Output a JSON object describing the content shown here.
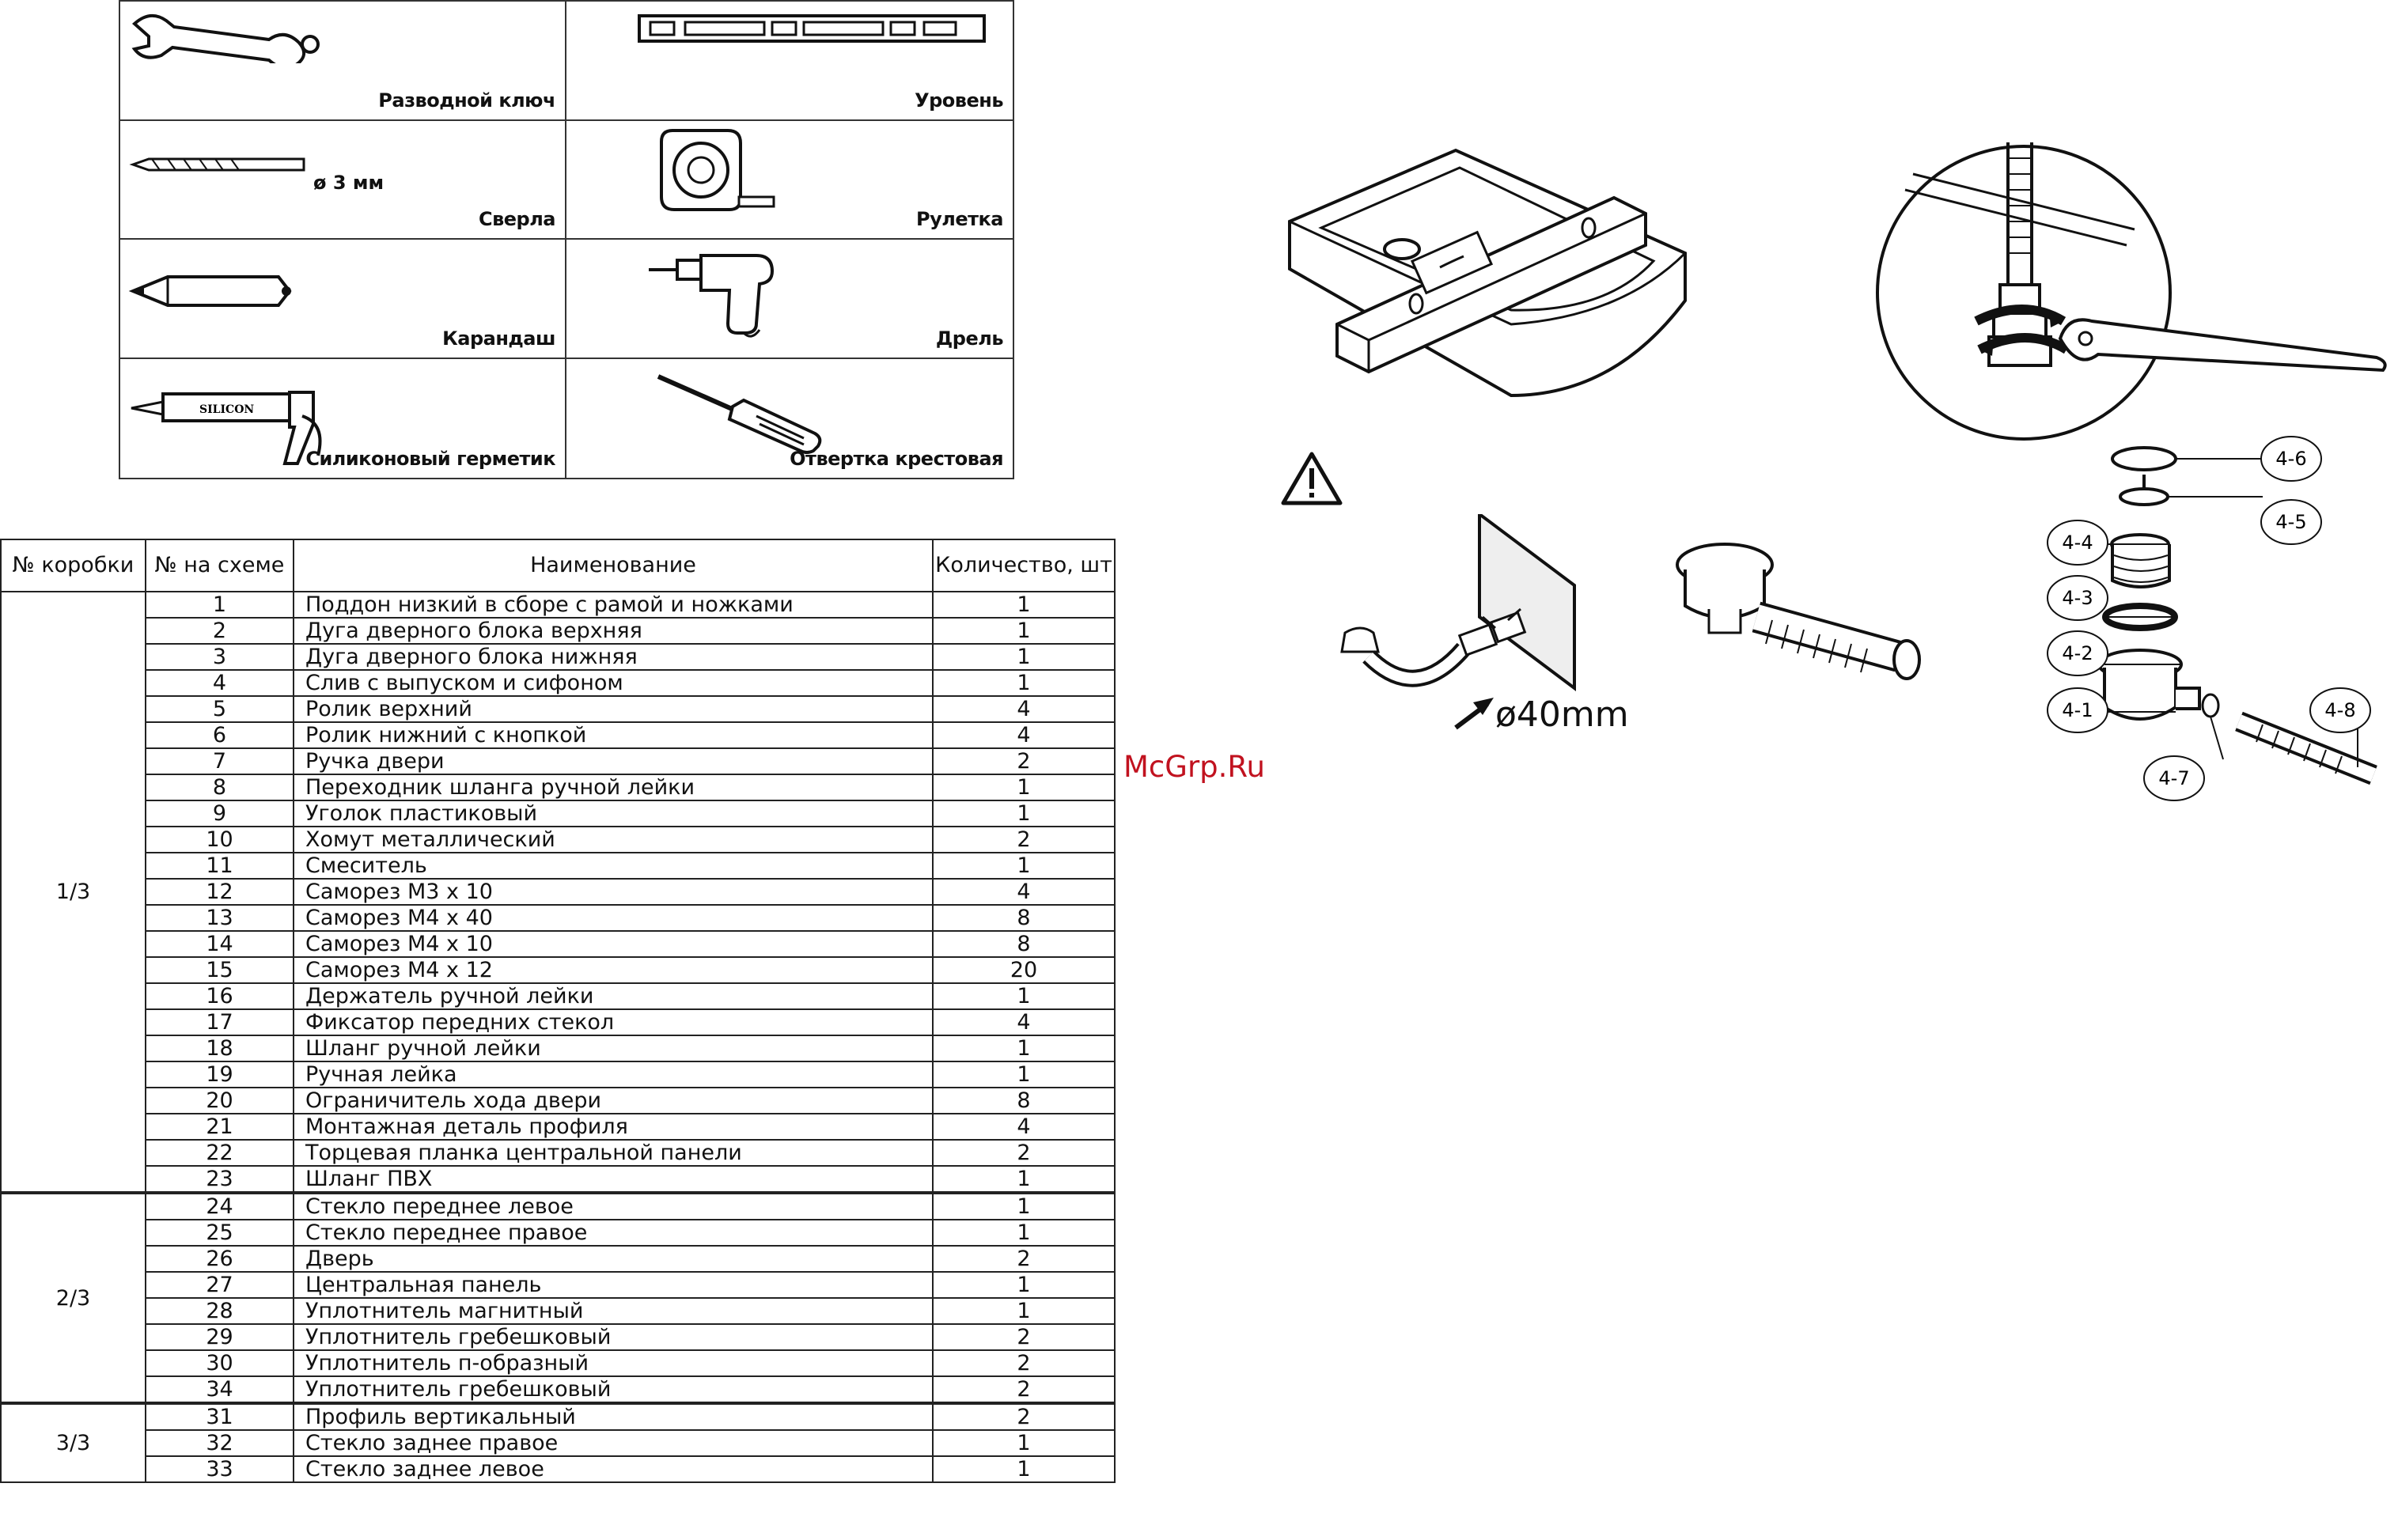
{
  "tools": [
    {
      "label": "Разводной ключ",
      "icon": "wrench-icon"
    },
    {
      "label": "Уровень",
      "icon": "level-icon"
    },
    {
      "label": "Сверла",
      "icon": "drill-bit-icon",
      "note": "ø 3 мм"
    },
    {
      "label": "Рулетка",
      "icon": "tape-measure-icon"
    },
    {
      "label": "Карандаш",
      "icon": "pencil-icon"
    },
    {
      "label": "Дрель",
      "icon": "drill-icon"
    },
    {
      "label": "Силиконовый герметик",
      "icon": "silicone-gun-icon",
      "tube_text": "SILICON"
    },
    {
      "label": "Отвертка крестовая",
      "icon": "screwdriver-icon"
    }
  ],
  "table": {
    "headers": {
      "box": "№ коробки",
      "num": "№ на схеме",
      "name": "Наименование",
      "qty": "Количество, шт"
    },
    "groups": [
      {
        "box": "1/3",
        "rows": [
          [
            "1",
            "Поддон низкий в сборе с рамой и ножками",
            "1"
          ],
          [
            "2",
            "Дуга дверного блока верхняя",
            "1"
          ],
          [
            "3",
            "Дуга дверного блока нижняя",
            "1"
          ],
          [
            "4",
            "Слив с выпуском и сифоном",
            "1"
          ],
          [
            "5",
            "Ролик верхний",
            "4"
          ],
          [
            "6",
            "Ролик нижний с кнопкой",
            "4"
          ],
          [
            "7",
            "Ручка двери",
            "2"
          ],
          [
            "8",
            "Переходник шланга ручной лейки",
            "1"
          ],
          [
            "9",
            "Уголок пластиковый",
            "1"
          ],
          [
            "10",
            "Хомут металлический",
            "2"
          ],
          [
            "11",
            "Смеситель",
            "1"
          ],
          [
            "12",
            "Саморез М3 х 10",
            "4"
          ],
          [
            "13",
            "Саморез М4 х 40",
            "8"
          ],
          [
            "14",
            "Саморез М4 х 10",
            "8"
          ],
          [
            "15",
            "Саморез М4 х 12",
            "20"
          ],
          [
            "16",
            "Держатель ручной лейки",
            "1"
          ],
          [
            "17",
            "Фиксатор передних стекол",
            "4"
          ],
          [
            "18",
            "Шланг ручной лейки",
            "1"
          ],
          [
            "19",
            "Ручная лейка",
            "1"
          ],
          [
            "20",
            "Ограничитель хода двери",
            "8"
          ],
          [
            "21",
            "Монтажная деталь профиля",
            "4"
          ],
          [
            "22",
            "Торцевая планка центральной панели",
            "2"
          ],
          [
            "23",
            "Шланг ПВХ",
            "1"
          ]
        ]
      },
      {
        "box": "2/3",
        "rows": [
          [
            "24",
            "Стекло переднее левое",
            "1"
          ],
          [
            "25",
            "Стекло переднее правое",
            "1"
          ],
          [
            "26",
            "Дверь",
            "2"
          ],
          [
            "27",
            "Центральная панель",
            "1"
          ],
          [
            "28",
            "Уплотнитель магнитный",
            "1"
          ],
          [
            "29",
            "Уплотнитель гребешковый",
            "2"
          ],
          [
            "30",
            "Уплотнитель п-образный",
            "2"
          ],
          [
            "34",
            "Уплотнитель гребешковый",
            "2"
          ]
        ]
      },
      {
        "box": "3/3",
        "rows": [
          [
            "31",
            "Профиль вертикальный",
            "2"
          ],
          [
            "32",
            "Стекло заднее правое",
            "1"
          ],
          [
            "33",
            "Стекло заднее левое",
            "1"
          ]
        ]
      }
    ]
  },
  "watermark": "McGrp.Ru",
  "drain_diameter": "ø40mm",
  "drain_callouts": [
    "4-6",
    "4-5",
    "4-4",
    "4-3",
    "4-2",
    "4-1",
    "4-7",
    "4-8"
  ],
  "warning_icon": "warning-triangle-icon",
  "colors": {
    "watermark": "#c1121f",
    "line": "#222222"
  }
}
